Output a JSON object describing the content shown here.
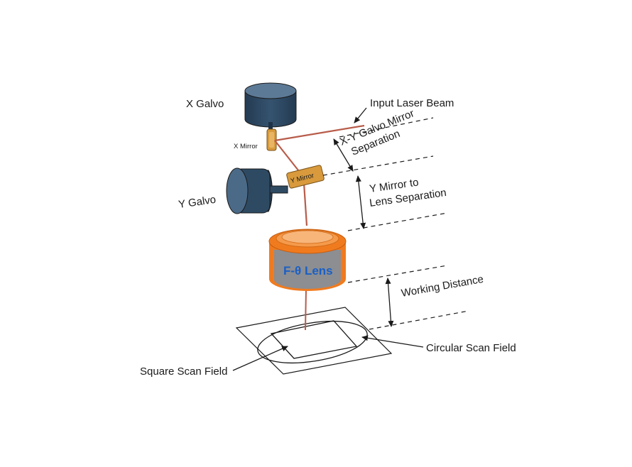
{
  "labels": {
    "x_galvo": "X Galvo",
    "y_galvo": "Y Galvo",
    "x_mirror": "X Mirror",
    "y_mirror": "Y Mirror",
    "input_beam": "Input Laser Beam",
    "xy_sep_line1": "X-Y Galvo Mirror",
    "xy_sep_line2": "Separation",
    "ylens_sep_line1": "Y Mirror to",
    "ylens_sep_line2": "Lens Separation",
    "lens": "F-θ Lens",
    "working_distance": "Working Distance",
    "circular_field": "Circular Scan Field",
    "square_field": "Square Scan Field"
  },
  "colors": {
    "galvo_body": "#2e4a63",
    "galvo_dark": "#1f3347",
    "mirror": "#d89a3c",
    "beam": "#b85c4a",
    "lens_orange": "#f07b1f",
    "lens_gray": "#8c8e92",
    "lens_text": "#1b5fc4",
    "line": "#1a1a1a"
  }
}
